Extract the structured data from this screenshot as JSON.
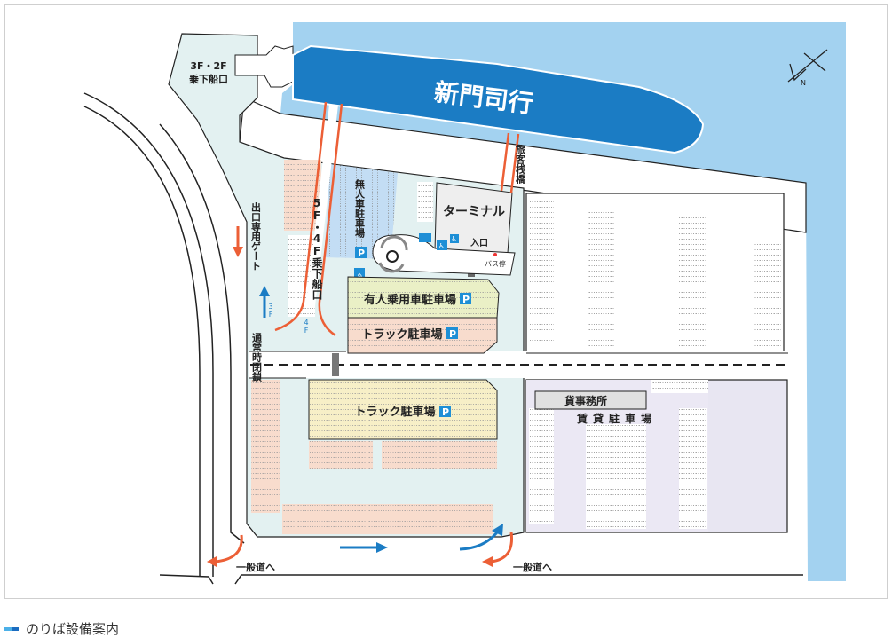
{
  "map": {
    "ship_label": "新門司行",
    "upper_gate_floor": "3F・2F",
    "upper_gate_label": "乗下船口",
    "lower_gate_label": "5F・4F乗下船口",
    "passenger_bridge": "旅客桟橋",
    "terminal": "ターミナル",
    "entrance": "入口",
    "bus_stop": "バス停",
    "unmanned_parking": "無人車駐車場",
    "exit_gate": "出口専用ゲート",
    "floor_3f": "3F",
    "floor_4f": "4F",
    "normally_closed": "通常時閉鎖",
    "manned_parking": "有人乗用車駐車場",
    "truck_parking_1": "トラック駐車場",
    "truck_parking_2": "トラック駐車場",
    "cargo_office": "貨事務所",
    "rental_parking": "賃貸駐車場",
    "to_road_left": "一般道へ",
    "to_road_right": "一般道へ",
    "parking_symbol": "P",
    "compass": "N",
    "colors": {
      "sea": "#a3d2f0",
      "ship": "#1b7cc4",
      "orange": "#ec5f36",
      "blue": "#1b7cc4",
      "mint": "#e3f1f1"
    }
  },
  "footer": {
    "title": "のりば設備案内"
  }
}
